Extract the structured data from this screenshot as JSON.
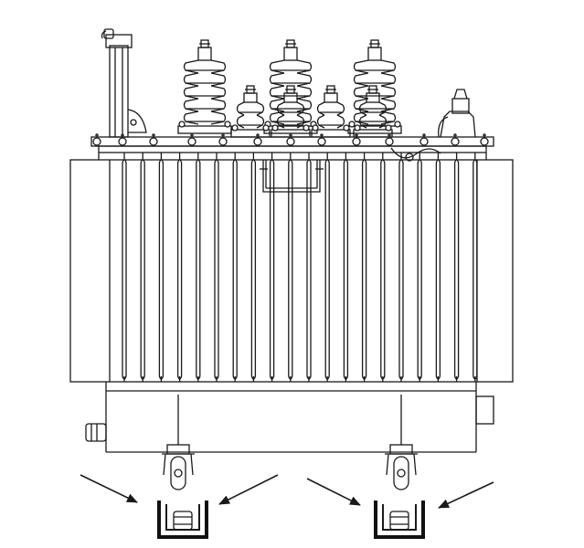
{
  "drawing": {
    "colors": {
      "line": "#1a1a1a",
      "paper": "#ffffff",
      "fill_dark": "#111111"
    },
    "parts": {
      "conservator": "conservator-pipe",
      "bushings_hv": 3,
      "bushings_lv": 4,
      "radiator_fins": 20,
      "wheels": 2,
      "wheel_stops": 2,
      "arrows": 4
    }
  }
}
